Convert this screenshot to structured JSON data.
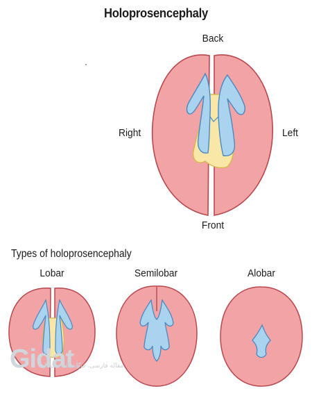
{
  "title": "Holoprosencephaly",
  "main_diagram": {
    "back": "Back",
    "front": "Front",
    "right": "Right",
    "left": "Left"
  },
  "types_heading": "Types of holoprosencephaly",
  "types": [
    {
      "label": "Lobar"
    },
    {
      "label": "Semilobar"
    },
    {
      "label": "Alobar"
    }
  ],
  "watermark": {
    "logo": "Gidat",
    "tld": ".ir",
    "tagline": "مقاله فارسی، فروشگاه دیجیتال"
  },
  "colors": {
    "brain_fill": "#f1a3a6",
    "brain_outline": "#b6474d",
    "ventricle_fill": "#a9d3ee",
    "ventricle_outline": "#4a88c2",
    "thalamus_fill": "#f9e7a7",
    "thalamus_outline": "#d9b84d"
  }
}
